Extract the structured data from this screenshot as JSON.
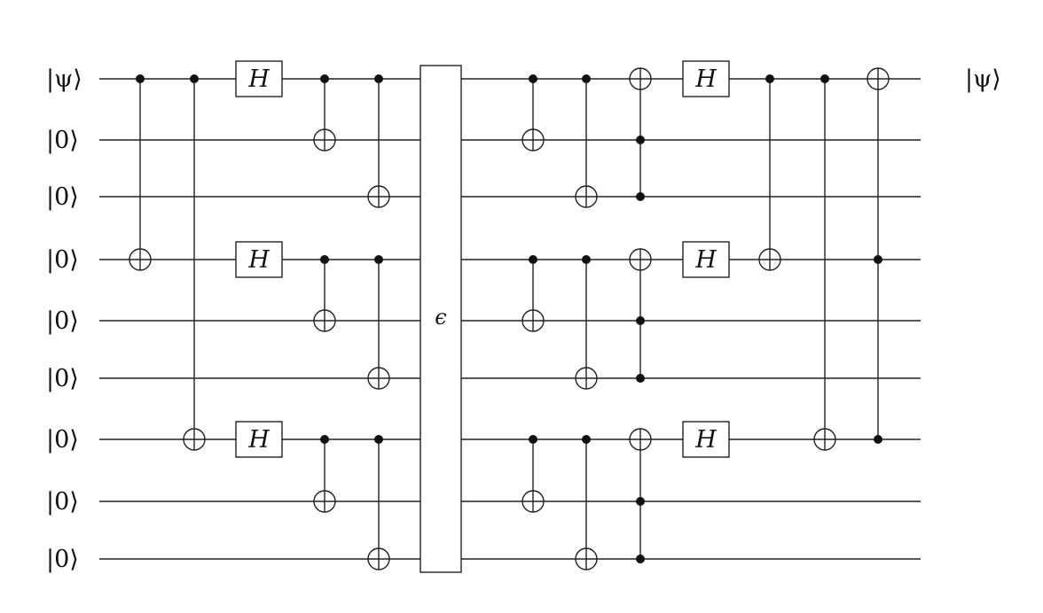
{
  "circuit": {
    "input_labels": [
      "|ψ⟩",
      "|0⟩",
      "|0⟩",
      "|0⟩",
      "|0⟩",
      "|0⟩",
      "|0⟩",
      "|0⟩",
      "|0⟩"
    ],
    "output_labels": [
      "|ψ⟩"
    ],
    "noise_channel_label": "ϵ",
    "hadamard_label": "H",
    "gates": [
      {
        "type": "cnot",
        "col": 0,
        "controls": [
          0
        ],
        "target": 3
      },
      {
        "type": "cnot",
        "col": 1,
        "controls": [
          0
        ],
        "target": 6
      },
      {
        "type": "h",
        "col": 2,
        "qubit": 0
      },
      {
        "type": "h",
        "col": 2,
        "qubit": 3
      },
      {
        "type": "h",
        "col": 2,
        "qubit": 6
      },
      {
        "type": "cnot",
        "col": 3,
        "controls": [
          0
        ],
        "target": 1
      },
      {
        "type": "cnot",
        "col": 3,
        "controls": [
          3
        ],
        "target": 4
      },
      {
        "type": "cnot",
        "col": 3,
        "controls": [
          6
        ],
        "target": 7
      },
      {
        "type": "cnot",
        "col": 4,
        "controls": [
          0
        ],
        "target": 2
      },
      {
        "type": "cnot",
        "col": 4,
        "controls": [
          3
        ],
        "target": 5
      },
      {
        "type": "cnot",
        "col": 4,
        "controls": [
          6
        ],
        "target": 8
      },
      {
        "type": "channel",
        "col": 5,
        "qubits": [
          0,
          8
        ]
      },
      {
        "type": "cnot",
        "col": 6,
        "controls": [
          0
        ],
        "target": 1
      },
      {
        "type": "cnot",
        "col": 6,
        "controls": [
          3
        ],
        "target": 4
      },
      {
        "type": "cnot",
        "col": 6,
        "controls": [
          6
        ],
        "target": 7
      },
      {
        "type": "cnot",
        "col": 7,
        "controls": [
          0
        ],
        "target": 2
      },
      {
        "type": "cnot",
        "col": 7,
        "controls": [
          3
        ],
        "target": 5
      },
      {
        "type": "cnot",
        "col": 7,
        "controls": [
          6
        ],
        "target": 8
      },
      {
        "type": "toffoli",
        "col": 8,
        "controls": [
          1,
          2
        ],
        "target": 0
      },
      {
        "type": "toffoli",
        "col": 8,
        "controls": [
          4,
          5
        ],
        "target": 3
      },
      {
        "type": "toffoli",
        "col": 8,
        "controls": [
          7,
          8
        ],
        "target": 6
      },
      {
        "type": "h",
        "col": 9,
        "qubit": 0
      },
      {
        "type": "h",
        "col": 9,
        "qubit": 3
      },
      {
        "type": "h",
        "col": 9,
        "qubit": 6
      },
      {
        "type": "cnot",
        "col": 10,
        "controls": [
          0
        ],
        "target": 3
      },
      {
        "type": "cnot",
        "col": 11,
        "controls": [
          0
        ],
        "target": 6
      },
      {
        "type": "toffoli",
        "col": 12,
        "controls": [
          3,
          6
        ],
        "target": 0
      }
    ]
  }
}
